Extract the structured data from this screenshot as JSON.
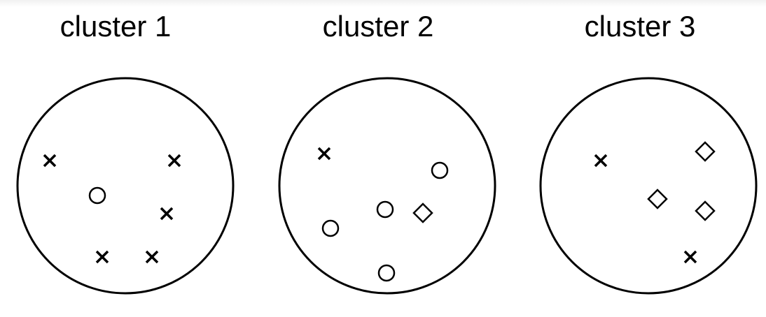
{
  "clusters": [
    {
      "title": "cluster 1",
      "points": [
        {
          "shape": "x"
        },
        {
          "shape": "x"
        },
        {
          "shape": "o"
        },
        {
          "shape": "x"
        },
        {
          "shape": "x"
        },
        {
          "shape": "x"
        }
      ]
    },
    {
      "title": "cluster 2",
      "points": [
        {
          "shape": "x"
        },
        {
          "shape": "o"
        },
        {
          "shape": "o"
        },
        {
          "shape": "diamond"
        },
        {
          "shape": "o"
        },
        {
          "shape": "o"
        }
      ]
    },
    {
      "title": "cluster 3",
      "points": [
        {
          "shape": "x"
        },
        {
          "shape": "diamond"
        },
        {
          "shape": "diamond"
        },
        {
          "shape": "diamond"
        },
        {
          "shape": "x"
        }
      ]
    }
  ],
  "colors": {
    "stroke": "#000000",
    "background": "#ffffff"
  }
}
